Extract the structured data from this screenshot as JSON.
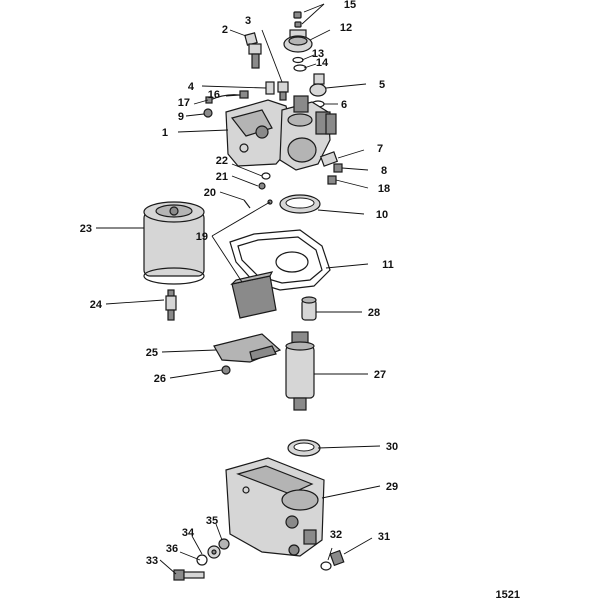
{
  "diagram": {
    "callouts": [
      "1",
      "2",
      "3",
      "4",
      "5",
      "6",
      "7",
      "8",
      "9",
      "10",
      "11",
      "12",
      "13",
      "14",
      "15",
      "16",
      "17",
      "18",
      "19",
      "20",
      "21",
      "22",
      "23",
      "24",
      "25",
      "26",
      "27",
      "28",
      "29",
      "30",
      "31",
      "32",
      "33",
      "34",
      "35",
      "36"
    ],
    "reference": "1521"
  }
}
